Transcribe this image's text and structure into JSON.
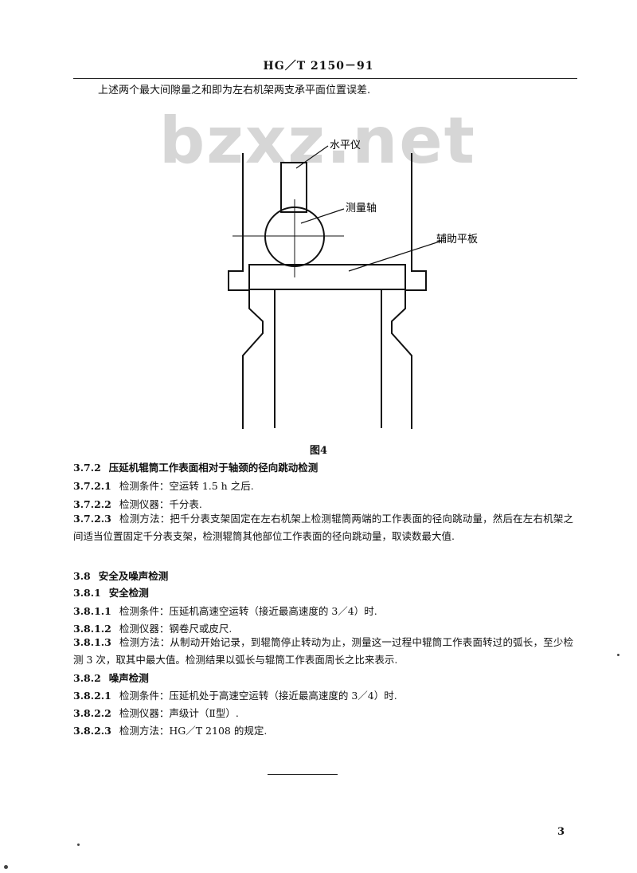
{
  "header": {
    "code": "HG／T 2150－91"
  },
  "intro_text": "上述两个最大间隙量之和即为左右机架两支承平面位置误差.",
  "watermark": "bzxz.net",
  "figure": {
    "labels": {
      "level": "水平仪",
      "shaft": "测量轴",
      "plate": "辅助平板"
    },
    "caption": "图4"
  },
  "sections": [
    {
      "num": "3.7.2",
      "text": "压延机辊筒工作表面相对于轴颈的径向跳动检测"
    },
    {
      "num": "3.7.2.1",
      "text": "检测条件：空运转 1.5 h 之后."
    },
    {
      "num": "3.7.2.2",
      "text": "检测仪器：千分表."
    },
    {
      "num": "3.7.2.3",
      "text": "检测方法：把千分表支架固定在左右机架上检测辊筒两端的工作表面的径向跳动量，然后在左右机架之间适当位置固定千分表支架，检测辊筒其他部位工作表面的径向跳动量，取读数最大值."
    },
    {
      "num": "3.8",
      "text": "安全及噪声检测"
    },
    {
      "num": "3.8.1",
      "text": "安全检测"
    },
    {
      "num": "3.8.1.1",
      "text": "检测条件：压延机高速空运转（接近最高速度的 3／4）时."
    },
    {
      "num": "3.8.1.2",
      "text": "检测仪器：钢卷尺或皮尺."
    },
    {
      "num": "3.8.1.3",
      "text": "检测方法：从制动开始记录，到辊筒停止转动为止，测量这一过程中辊筒工作表面转过的弧长，至少检测 3 次，取其中最大值。检测结果以弧长与辊筒工作表面周长之比来表示."
    },
    {
      "num": "3.8.2",
      "text": "噪声检测"
    },
    {
      "num": "3.8.2.1",
      "text": "检测条件：压延机处于高速空运转（接近最高速度的 3／4）时."
    },
    {
      "num": "3.8.2.2",
      "text": "检测仪器：声级计（Ⅱ型）."
    },
    {
      "num": "3.8.2.3",
      "text": "检测方法：HG／T 2108 的规定."
    }
  ],
  "page_number": "3"
}
